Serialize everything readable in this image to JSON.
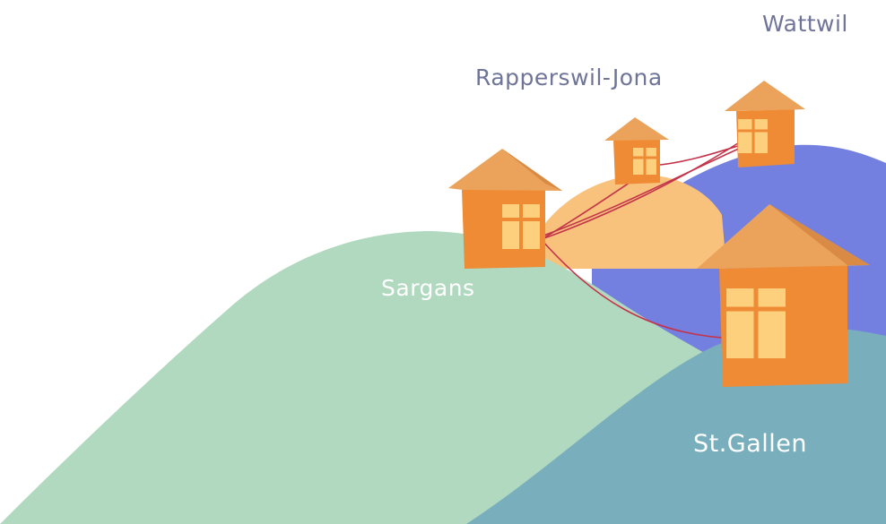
{
  "places": {
    "wattwil": "Wattwil",
    "rapperswil": "Rapperswil-Jona",
    "sargans": "Sargans",
    "st_gallen": "St.Gallen"
  },
  "colors": {
    "background": "#ffffff",
    "label_dark": "#6f7499",
    "label_light": "#ffffff",
    "hill_green": "#b1d9bf",
    "hill_teal": "#79afbd",
    "hill_blue": "#7480e0",
    "hill_orange": "#f8c27c",
    "house_wall": "#ef8a35",
    "house_wall_side": "#d9702a",
    "house_roof": "#eba25a",
    "house_roof_dark": "#d98a44",
    "window": "#fcd07d",
    "connection_line": "#c4334a"
  },
  "connections": [
    [
      "sargans",
      "rapperswil"
    ],
    [
      "sargans",
      "wattwil"
    ],
    [
      "sargans",
      "st_gallen"
    ],
    [
      "rapperswil",
      "wattwil"
    ]
  ]
}
